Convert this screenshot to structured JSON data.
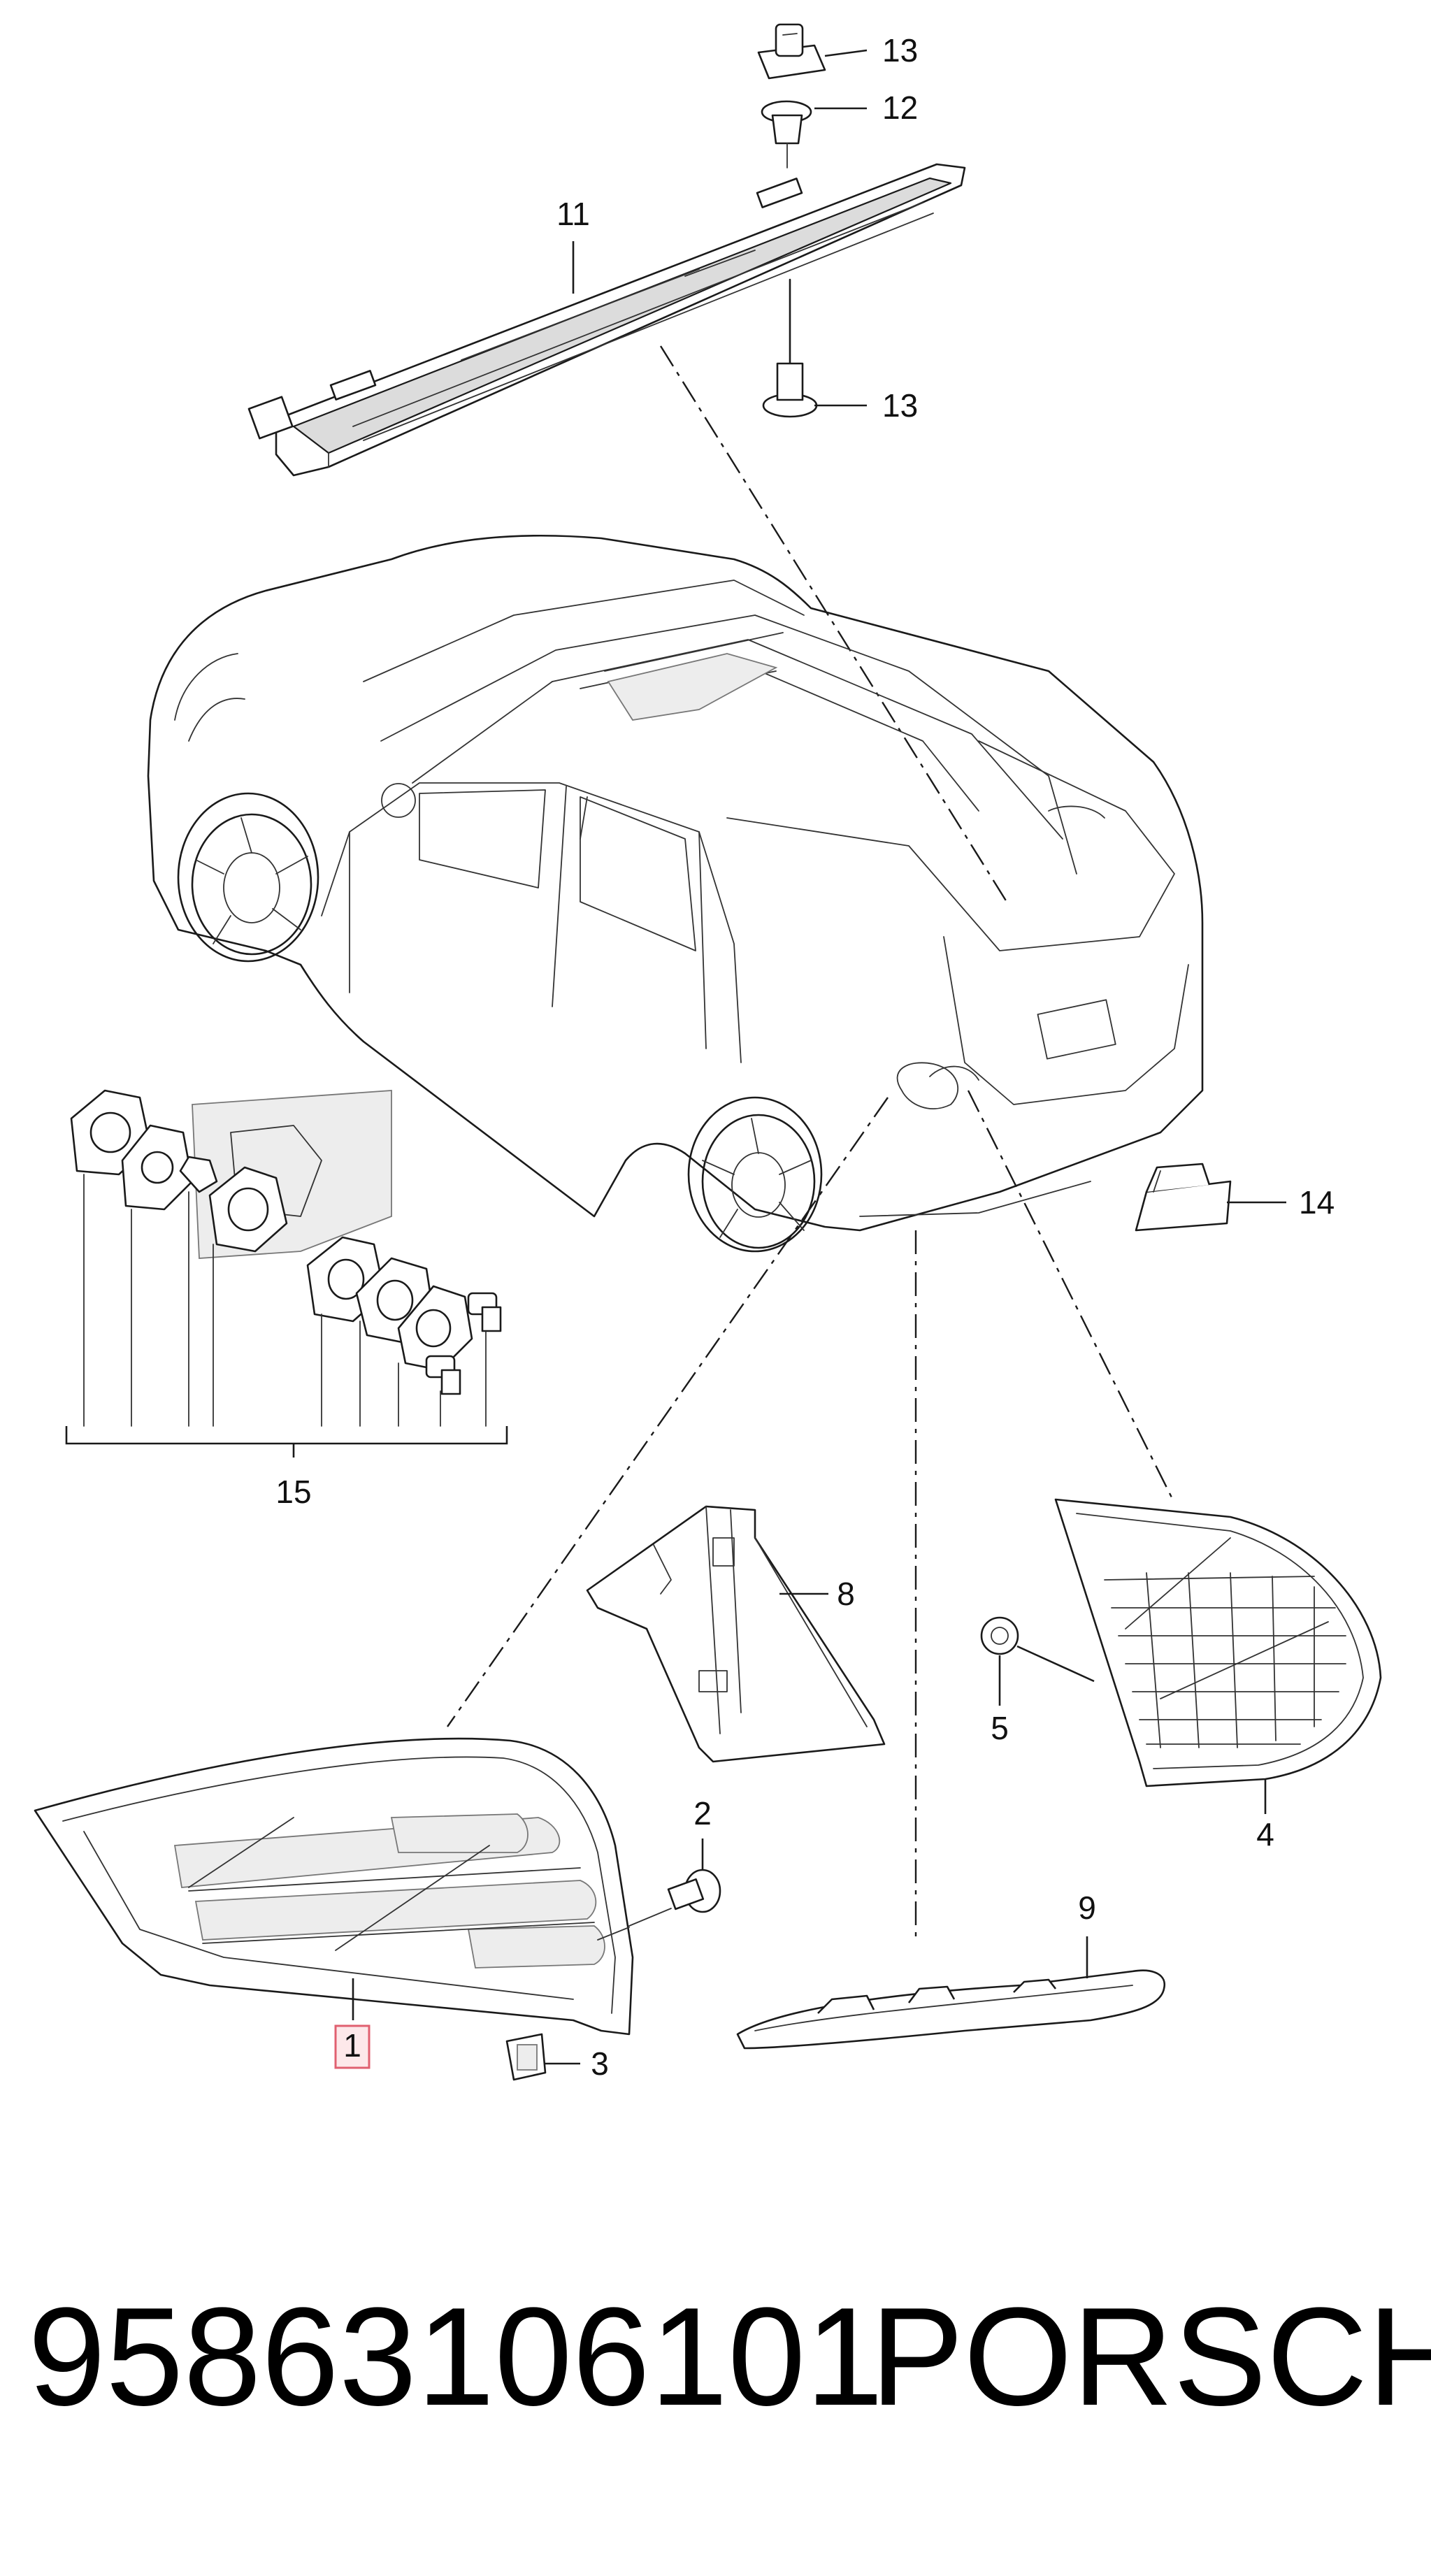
{
  "callouts": [
    {
      "id": "1",
      "text": "1",
      "highlighted": true
    },
    {
      "id": "2",
      "text": "2"
    },
    {
      "id": "3",
      "text": "3"
    },
    {
      "id": "4",
      "text": "4"
    },
    {
      "id": "5",
      "text": "5"
    },
    {
      "id": "8",
      "text": "8"
    },
    {
      "id": "9",
      "text": "9"
    },
    {
      "id": "11",
      "text": "11"
    },
    {
      "id": "12",
      "text": "12"
    },
    {
      "id": "13a",
      "text": "13"
    },
    {
      "id": "13b",
      "text": "13"
    },
    {
      "id": "14",
      "text": "14"
    },
    {
      "id": "15",
      "text": "15"
    }
  ],
  "caption": {
    "part_number": "95863106101",
    "brand": "PORSCHE"
  },
  "colors": {
    "line": "#1a1a1a",
    "highlight_fill": "#fde8ea",
    "highlight_stroke": "#e06070"
  }
}
